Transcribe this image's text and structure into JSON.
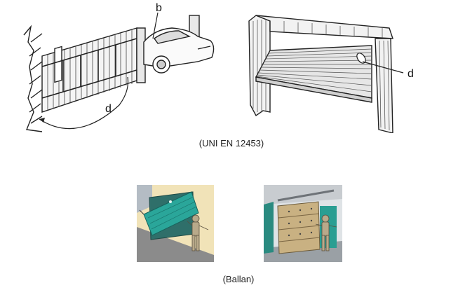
{
  "figure_top_left": {
    "label_b": "b",
    "label_d": "d"
  },
  "figure_top_right": {
    "label_d": "d"
  },
  "caption_top": "(UNI EN 12453)",
  "caption_bottom": "(Ballan)"
}
